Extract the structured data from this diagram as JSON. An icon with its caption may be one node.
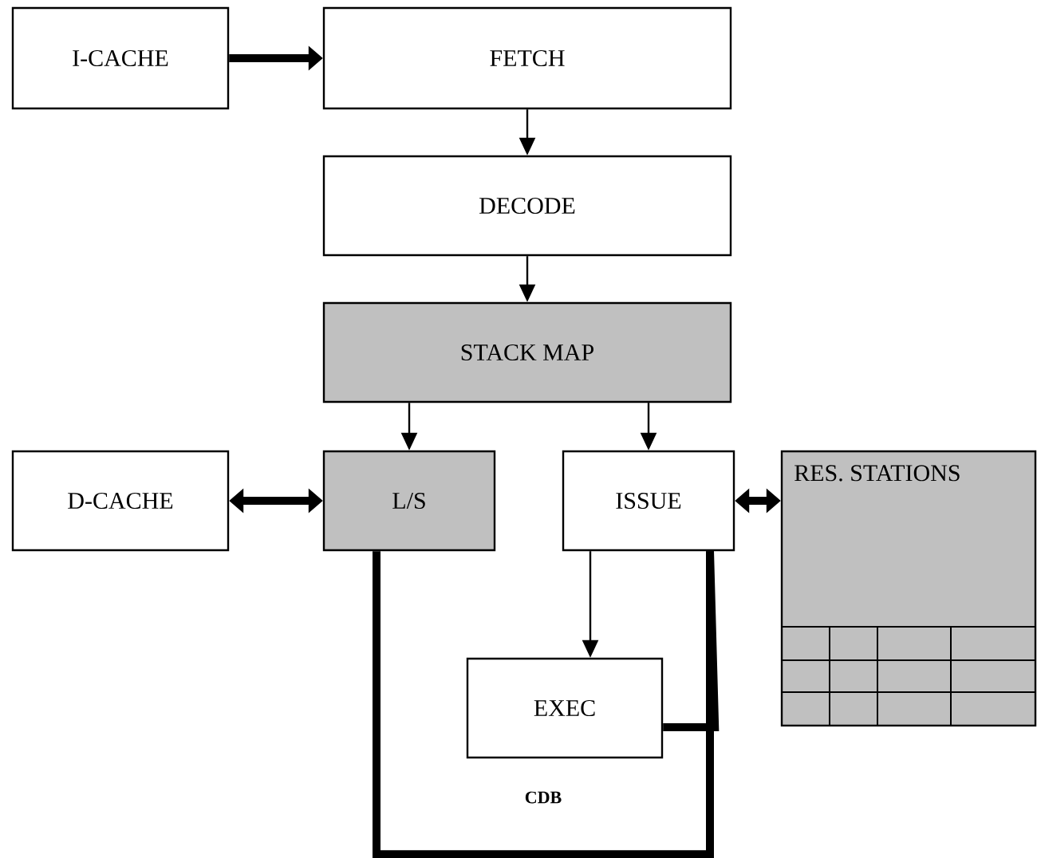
{
  "diagram": {
    "nodes": [
      {
        "text": [
          "I-CACHE"
        ]
      },
      {
        "text": [
          "FETCH"
        ]
      },
      {
        "text": [
          "DECODE"
        ]
      },
      {
        "text": [
          "STACK MAP"
        ]
      },
      {
        "text": [
          "D-CACHE"
        ]
      },
      {
        "text": [
          "L/S"
        ]
      },
      {
        "text": [
          "ISSUE"
        ]
      },
      {
        "text": [
          "RES. STATIONS"
        ]
      },
      {
        "text": [
          "EXEC"
        ]
      }
    ],
    "edges": [
      {
        "from": 0,
        "to": 1,
        "arrow": "to",
        "style": "thick"
      },
      {
        "from": 1,
        "to": 2,
        "arrow": "to"
      },
      {
        "from": 2,
        "to": 3,
        "arrow": "to"
      },
      {
        "from": 3,
        "to": 5,
        "arrow": "to"
      },
      {
        "from": 3,
        "to": 6,
        "arrow": "to"
      },
      {
        "from": 4,
        "to": 5,
        "arrow": "both",
        "style": "thick"
      },
      {
        "from": 6,
        "to": 7,
        "arrow": "both",
        "style": "thick"
      },
      {
        "from": 6,
        "to": 8,
        "arrow": "to"
      },
      {
        "from": 5,
        "to": 6,
        "arrow": "none",
        "style": "thick",
        "label": "CDB"
      },
      {
        "from": 8,
        "to": 6,
        "arrow": "none",
        "style": "thick"
      }
    ]
  }
}
